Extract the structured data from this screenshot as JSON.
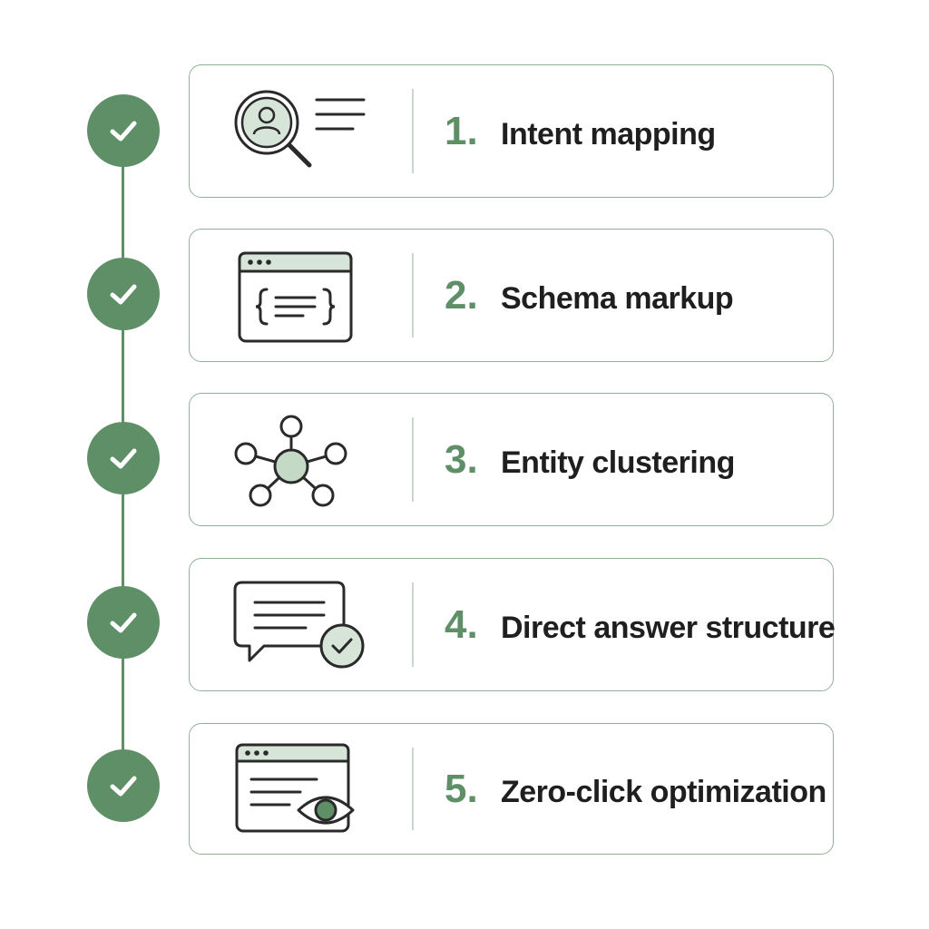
{
  "colors": {
    "accent": "#5f8f67",
    "accent_light": "#d7e4d8",
    "border": "#8fb394",
    "icon_stroke": "#2a2a2a",
    "text": "#1f1f1f"
  },
  "steps": [
    {
      "number": "1.",
      "label": "Intent mapping",
      "icon": "search-user-icon",
      "status": "check-icon"
    },
    {
      "number": "2.",
      "label": "Schema markup",
      "icon": "code-window-icon",
      "status": "check-icon"
    },
    {
      "number": "3.",
      "label": "Entity clustering",
      "icon": "network-nodes-icon",
      "status": "check-icon"
    },
    {
      "number": "4.",
      "label": "Direct answer structure",
      "icon": "chat-check-icon",
      "status": "check-icon"
    },
    {
      "number": "5.",
      "label": "Zero-click optimization",
      "icon": "browser-eye-icon",
      "status": "check-icon"
    }
  ]
}
